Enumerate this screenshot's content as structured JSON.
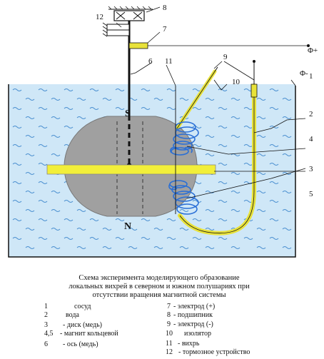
{
  "labels": {
    "vessel": "1",
    "water": "2",
    "disk": "3",
    "magnet_upper": "4",
    "magnet_lower": "5",
    "axis": "6",
    "electrode_plus": "7",
    "bearing": "8",
    "electrode_minus": "9",
    "insulator": "10",
    "vortex": "11",
    "brake": "12",
    "pole_north": "N",
    "pole_south": "S",
    "phi_plus": "Φ+",
    "phi_minus": "Φ-"
  },
  "caption": [
    "Схема эксперимента моделирующего образование",
    "локальных вихрей в северном и южном полушариях при",
    "отсутствии вращения магнитной системы"
  ],
  "legend_left": [
    {
      "num": "1",
      "text": "сосуд"
    },
    {
      "num": "2",
      "text": "вода"
    },
    {
      "num": "3",
      "text": "- диск (медь)"
    },
    {
      "num": "4,5",
      "text": "- магнит кольцевой"
    },
    {
      "num": "6",
      "text": "- ось (медь)"
    }
  ],
  "legend_right": [
    {
      "num": "7",
      "text": "- электрод (+)"
    },
    {
      "num": "8",
      "text": "- подшипник"
    },
    {
      "num": "9",
      "text": "- электрод (-)"
    },
    {
      "num": "10",
      "text": "изолятор"
    },
    {
      "num": "11",
      "text": "- вихрь"
    },
    {
      "num": "12",
      "text": "- тормозное устройство"
    }
  ],
  "colors": {
    "water": "#cfe7f7",
    "wave": "#4a8fd0",
    "magnet": "#a0a0a0",
    "disk": "#f2ef3a",
    "electrode": "#e8e23a",
    "vortex": "#2a6fd6",
    "outline": "#111111"
  }
}
